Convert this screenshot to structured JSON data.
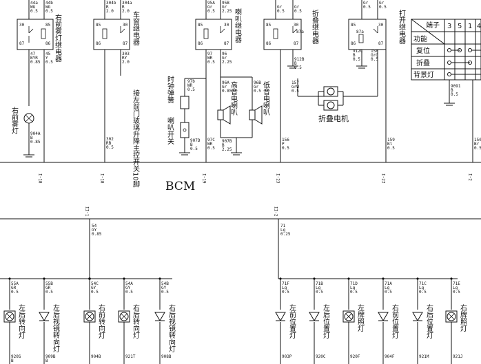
{
  "bcm_label": "BCM",
  "relays": {
    "fog": {
      "pins": [
        "30",
        "85",
        "87",
        "86"
      ],
      "label": "右前雾灯继电器",
      "top_wires": [
        {
          "code": "44a",
          "spec": "WG\n0.5"
        },
        {
          "code": "44b",
          "spec": "WG\n0.5"
        }
      ],
      "bottom_wires": [
        {
          "code": "47",
          "spec": "BYR\n0.85"
        },
        {
          "code": "45",
          "spec": "Y\n0.5"
        }
      ]
    },
    "window": {
      "pins": [
        "85",
        "30",
        "86",
        "87"
      ],
      "label": "车窗继电器",
      "top_wires": [
        {
          "code": "304b",
          "spec": "R\n2.0"
        },
        {
          "code": "304a",
          "spec": "R\n2.0"
        }
      ],
      "bottom_wires": [
        {
          "code": "303",
          "spec": "RY\n2.0"
        }
      ]
    },
    "horn": {
      "pins": [
        "85",
        "30",
        "86",
        "87"
      ],
      "label": "喇叭继电器",
      "top_wires": [
        {
          "code": "95A",
          "spec": "Gr\n0.5"
        },
        {
          "code": "95B",
          "spec": "Gr\n2.25"
        }
      ],
      "bottom_wires": [
        {
          "code": "97",
          "spec": "WR\n0.5"
        },
        {
          "code": "96",
          "spec": "Gr\n2.25"
        }
      ]
    },
    "fold": {
      "pins": [
        "85",
        "30",
        "87a",
        "86",
        "87"
      ],
      "label": "折叠继电器",
      "top_wires": [
        {
          "code": "",
          "spec": "Gr\n0.5"
        },
        {
          "code": "",
          "spec": "Gr\n0.5"
        }
      ],
      "bottom_wires": [
        {
          "code": "912B",
          "spec": "B\n0.5"
        }
      ]
    },
    "unfold": {
      "pins": [
        "85",
        "30",
        "87a",
        "86",
        "87"
      ],
      "label": "打开继电器",
      "top_wires": [
        {
          "code": "",
          "spec": "Gr\n0.5"
        },
        {
          "code": "",
          "spec": "Gr\n0.5"
        }
      ],
      "bottom_wires": [
        {
          "code": "912C",
          "spec": "B\n0.5"
        },
        {
          "code": "158",
          "spec": "GrG\n0.5"
        }
      ]
    }
  },
  "wires": {
    "w904A": {
      "code": "904A",
      "spec": "B\n0.85"
    },
    "w302": {
      "code": "302",
      "spec": "RB\n0.5"
    },
    "w97b": {
      "code": "97b",
      "spec": "WR\n0.5"
    },
    "w907D": {
      "code": "907D",
      "spec": "B\n0.5"
    },
    "w97C": {
      "code": "97C",
      "spec": "WR\n0.5"
    },
    "w96A": {
      "code": "96A",
      "spec": "Gr\n0.85"
    },
    "w96B": {
      "code": "96B",
      "spec": "Gr\n0.5"
    },
    "w907B": {
      "code": "907B",
      "spec": "B\n2.25"
    },
    "w157": {
      "code": "157",
      "spec": "GrW\n0.5"
    },
    "w156": {
      "code": "156",
      "spec": "P\n0.5"
    },
    "w159": {
      "code": "159",
      "spec": "Bl\n0.5"
    },
    "w9091": {
      "code": "9091",
      "spec": "B\n0.5"
    },
    "w150": {
      "code": "150",
      "spec": "Br\n0.5"
    },
    "w54": {
      "code": "54",
      "spec": "GY\n0.85"
    },
    "w71": {
      "code": "71",
      "spec": "Lg\n0.25"
    }
  },
  "labels": {
    "fog_lamp": "右前雾灯",
    "clock_spring": "时钟弹簧",
    "horn_switch": "喇叭开关",
    "high_horn": "高音电喇叭",
    "low_horn": "低音电喇叭",
    "door_switch": "接左前门玻璃升降主控开关10脚",
    "fold_motor": "折叠电机"
  },
  "connectors": {
    "c1": "I-18",
    "c2": "I-18",
    "c3": "I-19",
    "c4": "I-23",
    "c5": "I-23",
    "c6": "I-2",
    "c7": "II-1",
    "c8": "II-2"
  },
  "truth_table": {
    "header": [
      "端子",
      "3",
      "5",
      "1",
      "4"
    ],
    "col_label": "功能",
    "rows": [
      "复位",
      "折叠",
      "背景灯"
    ]
  },
  "bottom_left": {
    "wires": [
      {
        "code": "55A",
        "spec": "GR\n0.5"
      },
      {
        "code": "55B",
        "spec": "GR\n0.5"
      },
      {
        "code": "54C",
        "spec": "GY\n0.5"
      },
      {
        "code": "54A",
        "spec": "GY\n0.5"
      },
      {
        "code": "54B",
        "spec": "GY\n0.5"
      }
    ],
    "lamps": [
      "左后转向灯",
      "左后视镜转向灯",
      "右前转向灯",
      "右后转向灯",
      "右后视镜转向灯"
    ],
    "grounds": [
      "920S\nB",
      "909B\nB",
      "904B",
      "921T",
      "908B"
    ]
  },
  "bottom_right": {
    "wires": [
      {
        "code": "71F",
        "spec": "Lg\n0.5"
      },
      {
        "code": "71B",
        "spec": "Lg\n0.5"
      },
      {
        "code": "71D",
        "spec": "Lg\n0.5"
      },
      {
        "code": "71A",
        "spec": "Lg\n0.5"
      },
      {
        "code": "71C",
        "spec": "Lg\n0.5"
      },
      {
        "code": "71E",
        "spec": "Lg\n0.5"
      }
    ],
    "lamps": [
      "左前位置灯",
      "左后位置灯",
      "左牌照灯",
      "右前位置灯",
      "右后位置灯",
      "右牌照灯"
    ],
    "grounds": [
      "903P",
      "920C",
      "920F",
      "904F",
      "921M",
      "921J"
    ]
  }
}
